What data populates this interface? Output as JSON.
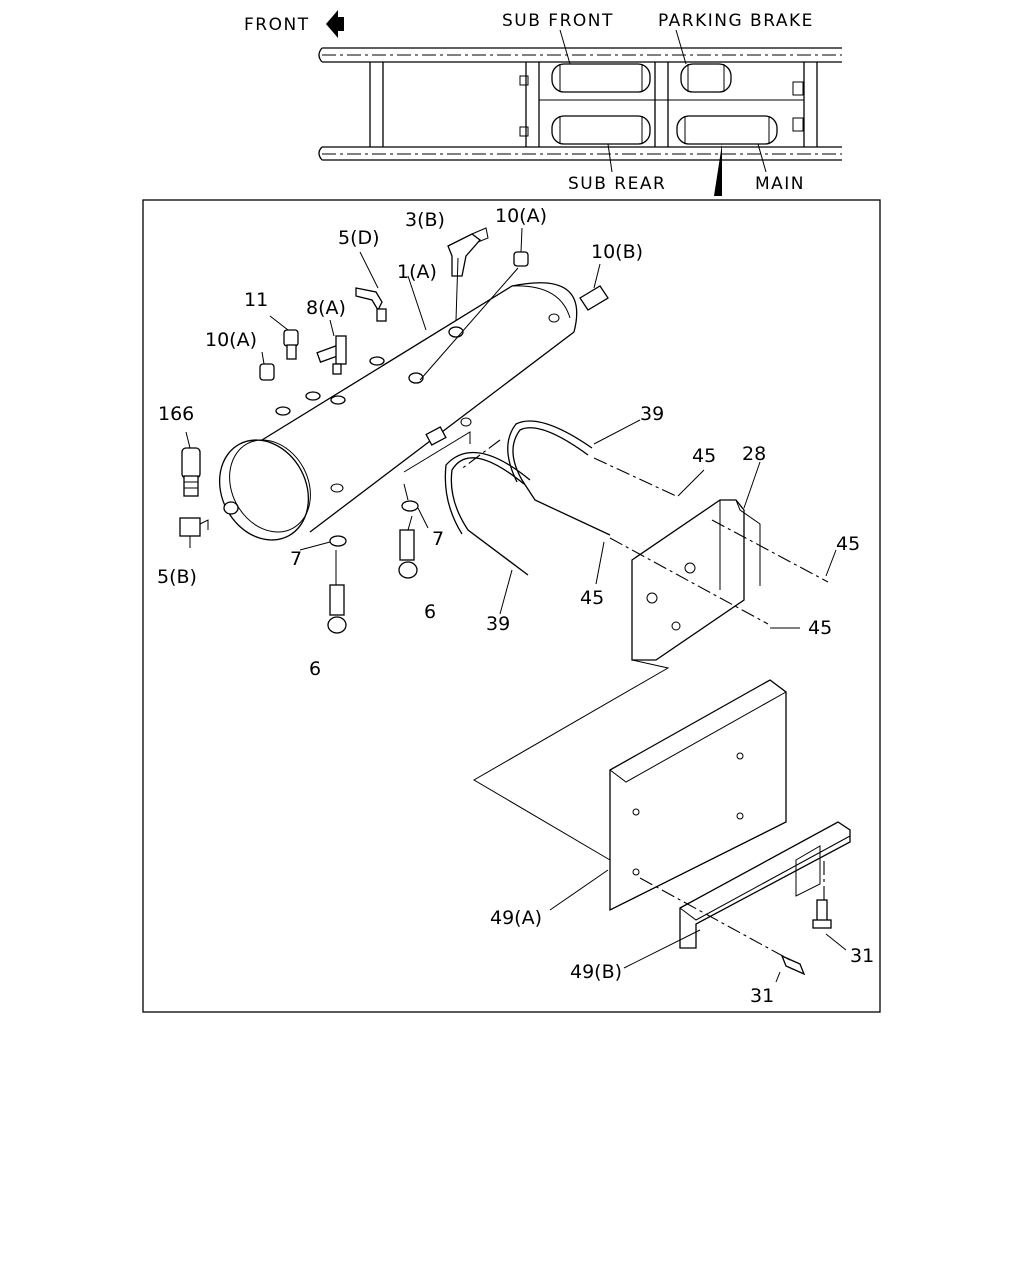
{
  "top_view": {
    "front_label": "FRONT",
    "tank_labels": {
      "sub_front": "SUB FRONT",
      "parking_brake": "PARKING BRAKE",
      "sub_rear": "SUB REAR",
      "main": "MAIN"
    }
  },
  "callouts": {
    "c_1a": "1(A)",
    "c_3b": "3(B)",
    "c_5d": "5(D)",
    "c_10a_top": "10(A)",
    "c_10b": "10(B)",
    "c_11": "11",
    "c_8a": "8(A)",
    "c_10a_left": "10(A)",
    "c_166": "166",
    "c_5b": "5(B)",
    "c_7_left": "7",
    "c_7_right": "7",
    "c_6_left": "6",
    "c_6_right": "6",
    "c_39_top": "39",
    "c_39_bottom": "39",
    "c_45_top": "45",
    "c_45_mid": "45",
    "c_45_right": "45",
    "c_45_bottom": "45",
    "c_28": "28",
    "c_49a": "49(A)",
    "c_49b": "49(B)",
    "c_31_right": "31",
    "c_31_bottom": "31"
  }
}
